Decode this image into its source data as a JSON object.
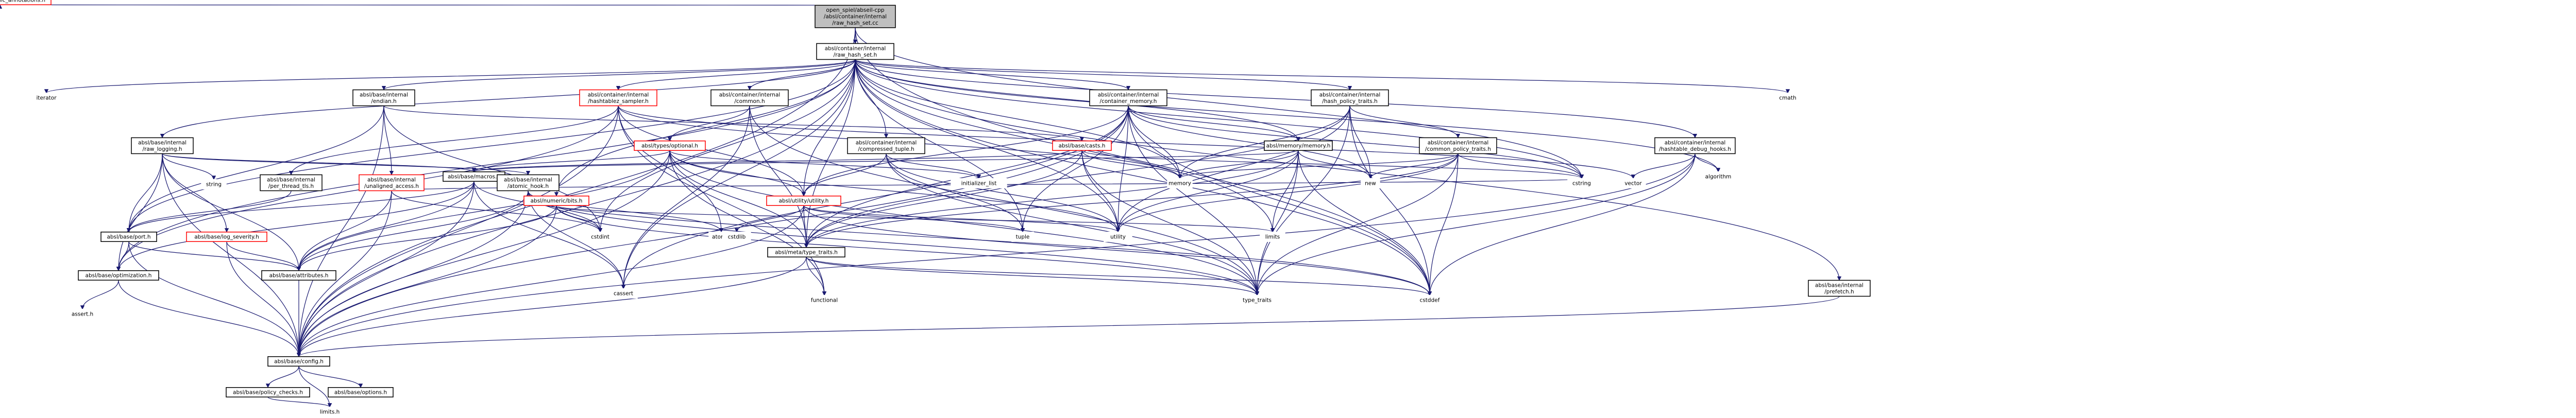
{
  "graph": {
    "colors": {
      "edge": "#191970",
      "edge_red": "#b22222",
      "node_border": "#000000",
      "node_red_border": "#ff0000",
      "root_fill": "#bfbfbf",
      "node_fill": "#ffffff",
      "text": "#000000",
      "red_text": "#ff0000"
    },
    "nodes": [
      {
        "id": "root",
        "lines": [
          "open_spiel/abseil-cpp",
          "/absl/container/internal",
          "/raw_hash_set.cc"
        ],
        "style": "root"
      },
      {
        "id": "raw_hash_set_h",
        "lines": [
          "absl/container/internal",
          "/raw_hash_set.h"
        ],
        "style": "normal"
      },
      {
        "id": "config_h",
        "lines": [
          "absl/base/config.h"
        ],
        "style": "normal"
      },
      {
        "id": "dynamic_annotations_h",
        "lines": [
          "absl/base/dynamic_annotations.h"
        ],
        "style": "red"
      },
      {
        "id": "hash_policy_traits_h",
        "lines": [
          "absl/container/internal",
          "/hash_policy_traits.h"
        ],
        "style": "normal"
      },
      {
        "id": "hashtablez_sampler_h",
        "lines": [
          "absl/container/internal",
          "/hashtablez_sampler.h"
        ],
        "style": "red"
      },
      {
        "id": "iterator",
        "lines": [
          "iterator"
        ],
        "style": "plain"
      },
      {
        "id": "endian_h",
        "lines": [
          "absl/base/internal",
          "/endian.h"
        ],
        "style": "normal"
      },
      {
        "id": "raw_logging_h",
        "lines": [
          "absl/base/internal",
          "/raw_logging.h"
        ],
        "style": "normal"
      },
      {
        "id": "port_h",
        "lines": [
          "absl/base/port.h"
        ],
        "style": "normal"
      },
      {
        "id": "optimization_h",
        "lines": [
          "absl/base/optimization.h"
        ],
        "style": "normal"
      },
      {
        "id": "attributes_h",
        "lines": [
          "absl/base/attributes.h"
        ],
        "style": "normal"
      },
      {
        "id": "log_severity_h",
        "lines": [
          "absl/base/log_severity.h"
        ],
        "style": "red"
      },
      {
        "id": "macros_h",
        "lines": [
          "absl/base/macros.h"
        ],
        "style": "normal"
      },
      {
        "id": "atomic_hook_h",
        "lines": [
          "absl/base/internal",
          "/atomic_hook.h"
        ],
        "style": "normal"
      },
      {
        "id": "unaligned_access_h",
        "lines": [
          "absl/base/internal",
          "/unaligned_access.h"
        ],
        "style": "red"
      },
      {
        "id": "per_thread_tls_h",
        "lines": [
          "absl/base/internal",
          "/per_thread_tls.h"
        ],
        "style": "normal"
      },
      {
        "id": "common_h",
        "lines": [
          "absl/container/internal",
          "/common.h"
        ],
        "style": "normal"
      },
      {
        "id": "optional_h",
        "lines": [
          "absl/types/optional.h"
        ],
        "style": "red"
      },
      {
        "id": "bits_h",
        "lines": [
          "absl/numeric/bits.h"
        ],
        "style": "red"
      },
      {
        "id": "compressed_tuple_h",
        "lines": [
          "absl/container/internal",
          "/compressed_tuple.h"
        ],
        "style": "normal"
      },
      {
        "id": "utility_h",
        "lines": [
          "absl/utility/utility.h"
        ],
        "style": "red"
      },
      {
        "id": "container_memory_h",
        "lines": [
          "absl/container/internal",
          "/container_memory.h"
        ],
        "style": "normal"
      },
      {
        "id": "casts_h",
        "lines": [
          "absl/base/casts.h"
        ],
        "style": "red"
      },
      {
        "id": "memory_h",
        "lines": [
          "absl/memory/memory.h"
        ],
        "style": "normal"
      },
      {
        "id": "common_policy_traits_h",
        "lines": [
          "absl/container/internal",
          "/common_policy_traits.h"
        ],
        "style": "normal"
      },
      {
        "id": "hashtable_debug_hooks_h",
        "lines": [
          "absl/container/internal",
          "/hashtable_debug_hooks.h"
        ],
        "style": "normal"
      },
      {
        "id": "prefetch_h",
        "lines": [
          "absl/base/internal",
          "/prefetch.h"
        ],
        "style": "normal"
      },
      {
        "id": "type_traits_h",
        "lines": [
          "absl/meta/type_traits.h"
        ],
        "style": "normal"
      },
      {
        "id": "policy_checks_h",
        "lines": [
          "absl/base/policy_checks.h"
        ],
        "style": "normal"
      },
      {
        "id": "options_h",
        "lines": [
          "absl/base/options.h"
        ],
        "style": "normal"
      },
      {
        "id": "climits",
        "lines": [
          "limits.h"
        ],
        "style": "plain"
      },
      {
        "id": "assert_h",
        "lines": [
          "assert.h"
        ],
        "style": "plain"
      },
      {
        "id": "string",
        "lines": [
          "string"
        ],
        "style": "plain"
      },
      {
        "id": "cstdint",
        "lines": [
          "cstdint"
        ],
        "style": "plain"
      },
      {
        "id": "cassert",
        "lines": [
          "cassert"
        ],
        "style": "plain"
      },
      {
        "id": "atomic",
        "lines": [
          "atomic"
        ],
        "style": "plain"
      },
      {
        "id": "functional",
        "lines": [
          "functional"
        ],
        "style": "plain"
      },
      {
        "id": "initializer_list",
        "lines": [
          "initializer_list"
        ],
        "style": "plain"
      },
      {
        "id": "cstdlib",
        "lines": [
          "cstdlib"
        ],
        "style": "plain"
      },
      {
        "id": "tuple",
        "lines": [
          "tuple"
        ],
        "style": "plain"
      },
      {
        "id": "utility",
        "lines": [
          "utility"
        ],
        "style": "plain"
      },
      {
        "id": "limits",
        "lines": [
          "limits"
        ],
        "style": "plain"
      },
      {
        "id": "type_traits",
        "lines": [
          "type_traits"
        ],
        "style": "plain"
      },
      {
        "id": "cstddef",
        "lines": [
          "cstddef"
        ],
        "style": "plain"
      },
      {
        "id": "memory",
        "lines": [
          "memory"
        ],
        "style": "plain"
      },
      {
        "id": "new",
        "lines": [
          "new"
        ],
        "style": "plain"
      },
      {
        "id": "cstring",
        "lines": [
          "cstring"
        ],
        "style": "plain"
      },
      {
        "id": "vector",
        "lines": [
          "vector"
        ],
        "style": "plain"
      },
      {
        "id": "algorithm",
        "lines": [
          "algorithm"
        ],
        "style": "plain"
      },
      {
        "id": "cmath",
        "lines": [
          "cmath"
        ],
        "style": "plain"
      }
    ],
    "edges": [
      [
        "root",
        "raw_hash_set_h"
      ],
      [
        "root",
        "config_h"
      ],
      [
        "root",
        "dynamic_annotations_h"
      ],
      [
        "root",
        "cstddef"
      ],
      [
        "root",
        "cstring"
      ],
      [
        "raw_hash_set_h",
        "iterator"
      ],
      [
        "raw_hash_set_h",
        "endian_h"
      ],
      [
        "raw_hash_set_h",
        "raw_logging_h"
      ],
      [
        "raw_hash_set_h",
        "port_h"
      ],
      [
        "raw_hash_set_h",
        "common_h"
      ],
      [
        "raw_hash_set_h",
        "hashtablez_sampler_h"
      ],
      [
        "raw_hash_set_h",
        "compressed_tuple_h"
      ],
      [
        "raw_hash_set_h",
        "container_memory_h"
      ],
      [
        "raw_hash_set_h",
        "hash_policy_traits_h"
      ],
      [
        "raw_hash_set_h",
        "memory_h"
      ],
      [
        "raw_hash_set_h",
        "hashtable_debug_hooks_h"
      ],
      [
        "raw_hash_set_h",
        "prefetch_h"
      ],
      [
        "raw_hash_set_h",
        "cmath"
      ],
      [
        "raw_hash_set_h",
        "algorithm"
      ],
      [
        "raw_hash_set_h",
        "bits_h"
      ],
      [
        "raw_hash_set_h",
        "utility_h"
      ],
      [
        "raw_hash_set_h",
        "type_traits_h"
      ],
      [
        "raw_hash_set_h",
        "optimization_h"
      ],
      [
        "raw_hash_set_h",
        "cstdint"
      ],
      [
        "raw_hash_set_h",
        "cassert"
      ],
      [
        "raw_hash_set_h",
        "tuple"
      ],
      [
        "raw_hash_set_h",
        "utility"
      ],
      [
        "raw_hash_set_h",
        "limits"
      ],
      [
        "raw_hash_set_h",
        "memory"
      ],
      [
        "raw_hash_set_h",
        "cstring"
      ],
      [
        "raw_hash_set_h",
        "cstddef"
      ],
      [
        "raw_hash_set_h",
        "config_h"
      ],
      [
        "endian_h",
        "config_h"
      ],
      [
        "endian_h",
        "unaligned_access_h"
      ],
      [
        "endian_h",
        "port_h"
      ],
      [
        "endian_h",
        "casts_h"
      ],
      [
        "endian_h",
        "cstdint"
      ],
      [
        "raw_logging_h",
        "string"
      ],
      [
        "raw_logging_h",
        "attributes_h"
      ],
      [
        "raw_logging_h",
        "config_h"
      ],
      [
        "raw_logging_h",
        "atomic_hook_h"
      ],
      [
        "raw_logging_h",
        "log_severity_h"
      ],
      [
        "raw_logging_h",
        "macros_h"
      ],
      [
        "raw_logging_h",
        "optimization_h"
      ],
      [
        "raw_logging_h",
        "port_h"
      ],
      [
        "port_h",
        "attributes_h"
      ],
      [
        "port_h",
        "config_h"
      ],
      [
        "port_h",
        "optimization_h"
      ],
      [
        "optimization_h",
        "assert_h"
      ],
      [
        "optimization_h",
        "config_h"
      ],
      [
        "attributes_h",
        "config_h"
      ],
      [
        "log_severity_h",
        "attributes_h"
      ],
      [
        "log_severity_h",
        "config_h"
      ],
      [
        "macros_h",
        "cassert"
      ],
      [
        "macros_h",
        "cstddef"
      ],
      [
        "macros_h",
        "attributes_h"
      ],
      [
        "macros_h",
        "config_h"
      ],
      [
        "macros_h",
        "optimization_h"
      ],
      [
        "macros_h",
        "port_h"
      ],
      [
        "atomic_hook_h",
        "atomic"
      ],
      [
        "atomic_hook_h",
        "cassert"
      ],
      [
        "atomic_hook_h",
        "cstdint"
      ],
      [
        "atomic_hook_h",
        "type_traits"
      ],
      [
        "atomic_hook_h",
        "attributes_h"
      ],
      [
        "atomic_hook_h",
        "config_h"
      ],
      [
        "unaligned_access_h",
        "cstring"
      ],
      [
        "unaligned_access_h",
        "cstdint"
      ],
      [
        "unaligned_access_h",
        "attributes_h"
      ],
      [
        "unaligned_access_h",
        "config_h"
      ],
      [
        "per_thread_tls_h",
        "port_h"
      ],
      [
        "common_h",
        "cassert"
      ],
      [
        "common_h",
        "type_traits"
      ],
      [
        "common_h",
        "type_traits_h"
      ],
      [
        "common_h",
        "optional_h"
      ],
      [
        "hashtablez_sampler_h",
        "atomic"
      ],
      [
        "hashtablez_sampler_h",
        "functional"
      ],
      [
        "hashtablez_sampler_h",
        "memory"
      ],
      [
        "hashtablez_sampler_h",
        "vector"
      ],
      [
        "hashtablez_sampler_h",
        "config_h"
      ],
      [
        "hashtablez_sampler_h",
        "per_thread_tls_h"
      ],
      [
        "hashtablez_sampler_h",
        "optimization_h"
      ],
      [
        "hashtablez_sampler_h",
        "utility_h"
      ],
      [
        "optional_h",
        "utility"
      ],
      [
        "optional_h",
        "config_h"
      ],
      [
        "optional_h",
        "functional"
      ],
      [
        "optional_h",
        "initializer_list"
      ],
      [
        "optional_h",
        "type_traits"
      ],
      [
        "optional_h",
        "attributes_h"
      ],
      [
        "optional_h",
        "type_traits_h"
      ],
      [
        "optional_h",
        "utility_h"
      ],
      [
        "optional_h",
        "macros_h"
      ],
      [
        "bits_h",
        "cstdint"
      ],
      [
        "bits_h",
        "limits"
      ],
      [
        "bits_h",
        "type_traits"
      ],
      [
        "bits_h",
        "attributes_h"
      ],
      [
        "bits_h",
        "config_h"
      ],
      [
        "compressed_tuple_h",
        "initializer_list"
      ],
      [
        "compressed_tuple_h",
        "tuple"
      ],
      [
        "compressed_tuple_h",
        "type_traits"
      ],
      [
        "compressed_tuple_h",
        "utility"
      ],
      [
        "compressed_tuple_h",
        "utility_h"
      ],
      [
        "utility_h",
        "cstddef"
      ],
      [
        "utility_h",
        "cstdlib"
      ],
      [
        "utility_h",
        "tuple"
      ],
      [
        "utility_h",
        "utility"
      ],
      [
        "utility_h",
        "config_h"
      ],
      [
        "utility_h",
        "type_traits_h"
      ],
      [
        "container_memory_h",
        "cassert"
      ],
      [
        "container_memory_h",
        "cstddef"
      ],
      [
        "container_memory_h",
        "cstring"
      ],
      [
        "container_memory_h",
        "memory"
      ],
      [
        "container_memory_h",
        "new"
      ],
      [
        "container_memory_h",
        "tuple"
      ],
      [
        "container_memory_h",
        "type_traits"
      ],
      [
        "container_memory_h",
        "utility"
      ],
      [
        "container_memory_h",
        "config_h"
      ],
      [
        "container_memory_h",
        "memory_h"
      ],
      [
        "container_memory_h",
        "type_traits_h"
      ],
      [
        "container_memory_h",
        "utility_h"
      ],
      [
        "casts_h",
        "cstring"
      ],
      [
        "casts_h",
        "memory"
      ],
      [
        "casts_h",
        "type_traits"
      ],
      [
        "casts_h",
        "utility"
      ],
      [
        "casts_h",
        "macros_h"
      ],
      [
        "casts_h",
        "type_traits_h"
      ],
      [
        "memory_h",
        "cstddef"
      ],
      [
        "memory_h",
        "limits"
      ],
      [
        "memory_h",
        "memory"
      ],
      [
        "memory_h",
        "new"
      ],
      [
        "memory_h",
        "type_traits"
      ],
      [
        "memory_h",
        "utility"
      ],
      [
        "memory_h",
        "type_traits_h"
      ],
      [
        "memory_h",
        "macros_h"
      ],
      [
        "hash_policy_traits_h",
        "cstddef"
      ],
      [
        "hash_policy_traits_h",
        "memory"
      ],
      [
        "hash_policy_traits_h",
        "new"
      ],
      [
        "hash_policy_traits_h",
        "type_traits"
      ],
      [
        "hash_policy_traits_h",
        "utility"
      ],
      [
        "hash_policy_traits_h",
        "common_policy_traits_h"
      ],
      [
        "hash_policy_traits_h",
        "type_traits_h"
      ],
      [
        "common_policy_traits_h",
        "cstddef"
      ],
      [
        "common_policy_traits_h",
        "cstring"
      ],
      [
        "common_policy_traits_h",
        "memory"
      ],
      [
        "common_policy_traits_h",
        "new"
      ],
      [
        "common_policy_traits_h",
        "type_traits"
      ],
      [
        "common_policy_traits_h",
        "utility"
      ],
      [
        "common_policy_traits_h",
        "type_traits_h"
      ],
      [
        "hashtable_debug_hooks_h",
        "cstddef"
      ],
      [
        "hashtable_debug_hooks_h",
        "algorithm"
      ],
      [
        "hashtable_debug_hooks_h",
        "type_traits"
      ],
      [
        "hashtable_debug_hooks_h",
        "vector"
      ],
      [
        "hashtable_debug_hooks_h",
        "config_h"
      ],
      [
        "prefetch_h",
        "config_h"
      ],
      [
        "type_traits_h",
        "cstddef"
      ],
      [
        "type_traits_h",
        "functional"
      ],
      [
        "type_traits_h",
        "type_traits"
      ],
      [
        "type_traits_h",
        "config_h"
      ],
      [
        "config_h",
        "climits"
      ],
      [
        "config_h",
        "options_h"
      ],
      [
        "config_h",
        "policy_checks_h"
      ],
      [
        "policy_checks_h",
        "climits"
      ]
    ]
  }
}
